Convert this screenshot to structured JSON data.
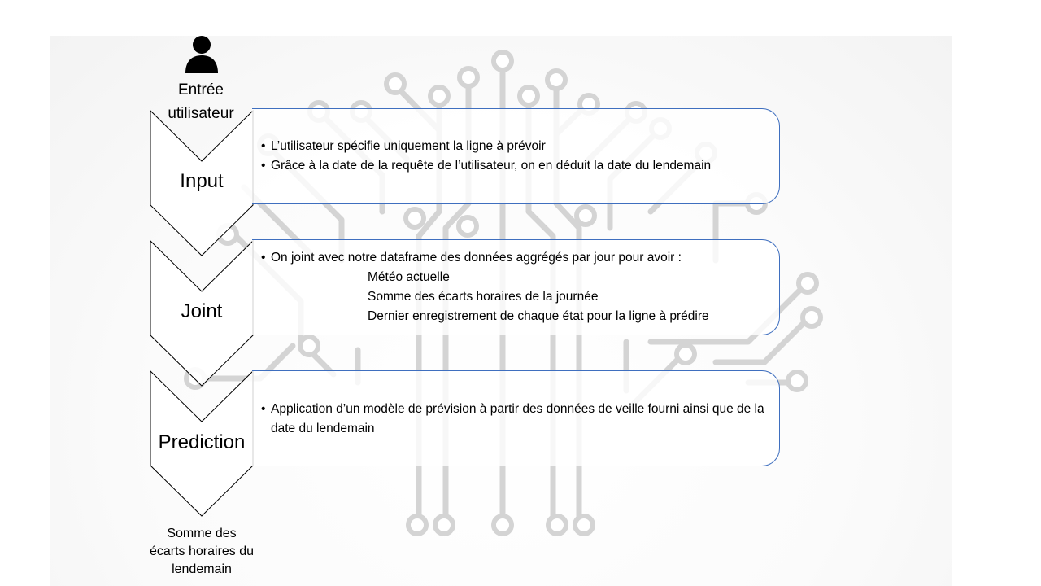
{
  "user": {
    "icon": "person-icon",
    "label_line1": "Entrée",
    "label_line2": "utilisateur"
  },
  "steps": [
    {
      "label": "Input",
      "bullets": [
        "L’utilisateur spécifie uniquement la ligne à prévoir",
        "Grâce à la date de la requête de l’utilisateur, on en déduit la date du lendemain"
      ]
    },
    {
      "label": "Joint",
      "bullets": [
        "On joint avec notre dataframe des données aggrégés par jour pour avoir :"
      ],
      "sub_items": [
        "Météo actuelle",
        "Somme des écarts horaires de la journée",
        "Dernier enregistrement de chaque état pour la ligne à prédire"
      ]
    },
    {
      "label": "Prediction",
      "bullets": [
        "Application d’un modèle de prévision à partir des données de veille fourni ainsi que de la date du lendemain"
      ]
    }
  ],
  "output": {
    "line1": "Somme des",
    "line2": "écarts horaires du",
    "line3": "lendemain"
  },
  "colors": {
    "box_border": "#3f6fbf",
    "chevron_stroke": "#000000",
    "circuit": "#d0d0d0"
  }
}
